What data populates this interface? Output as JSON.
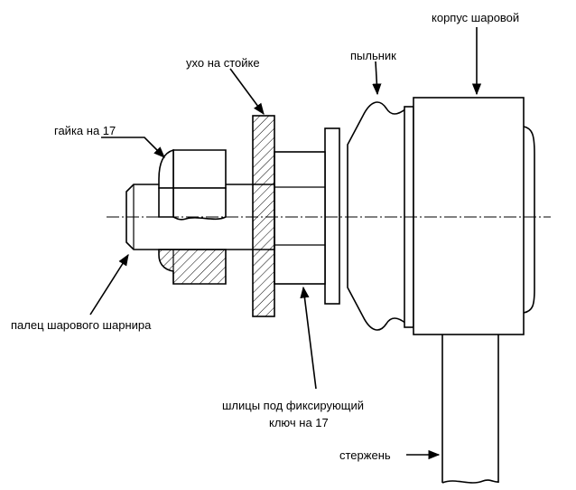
{
  "labels": {
    "housing": "корпус шаровой",
    "ear": "ухо на стойке",
    "boot": "пыльник",
    "nut": "гайка на 17",
    "pin": "палец шарового шарнира",
    "splines_line1": "шлицы под фиксирующий",
    "splines_line2": "ключ на 17",
    "rod": "стержень"
  }
}
